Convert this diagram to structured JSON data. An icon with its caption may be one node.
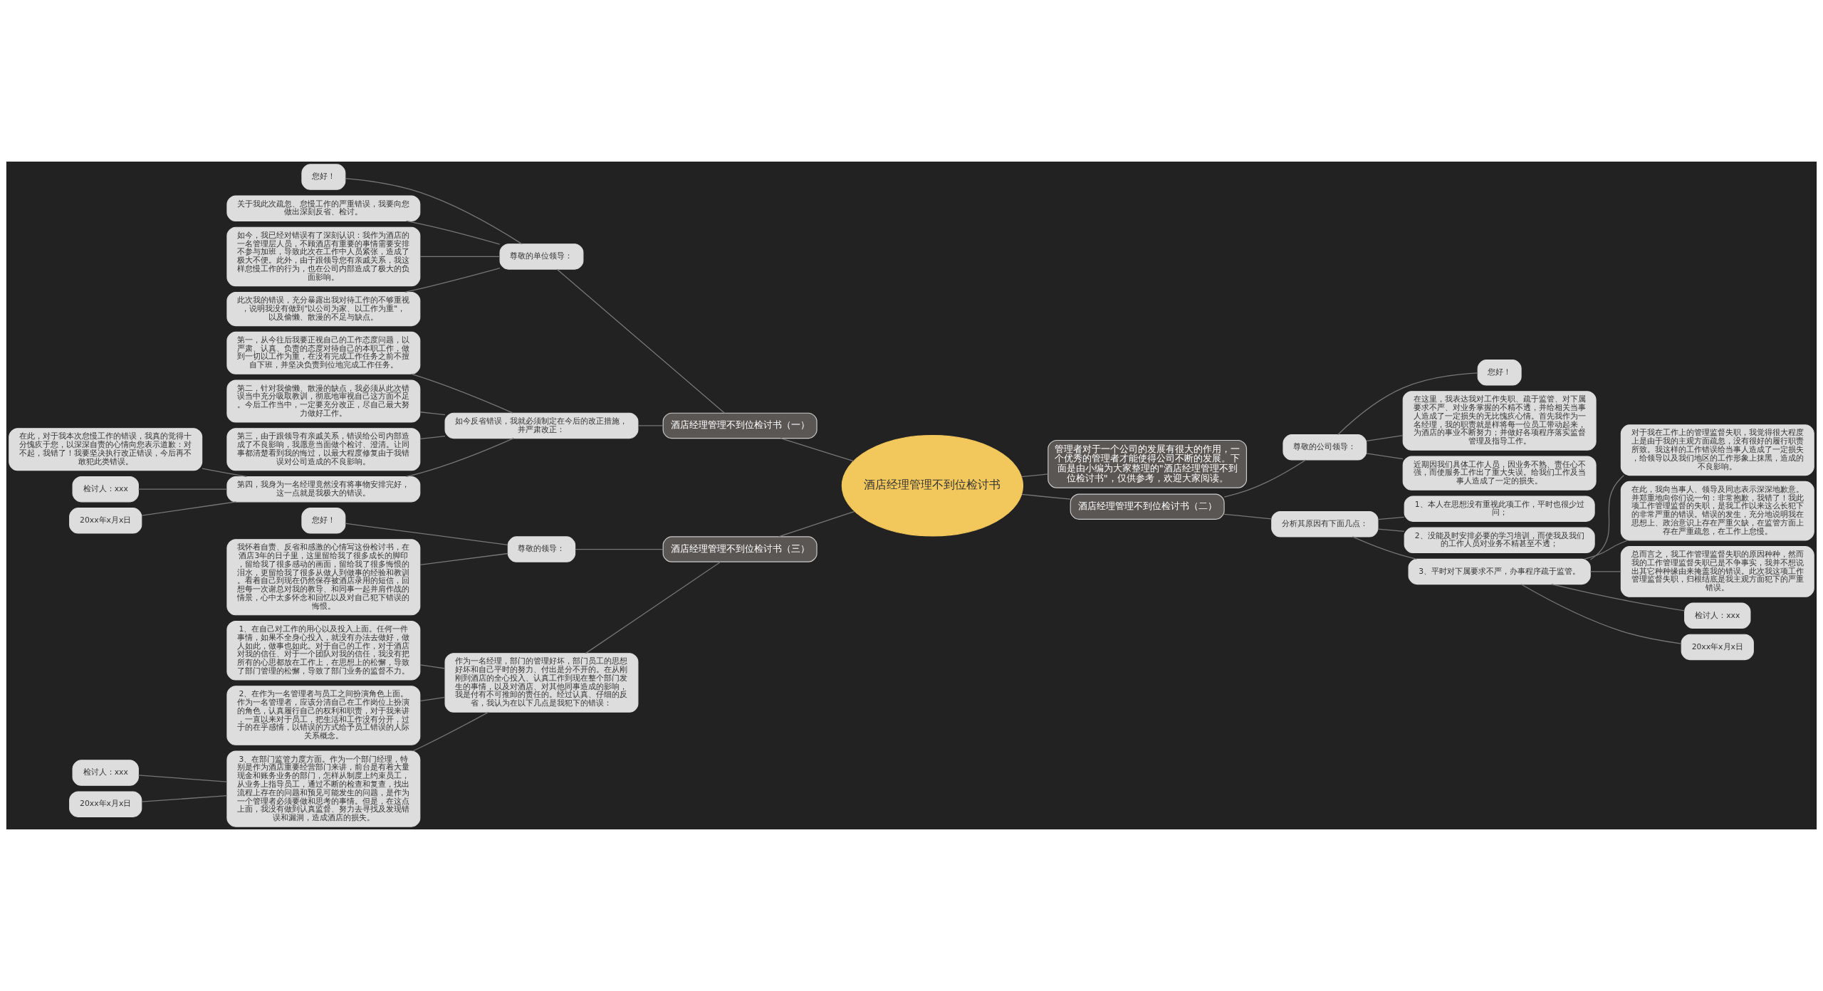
{
  "diagram": {
    "nodes": [
      {
        "text": [
          "酒店经理管理不到位检讨书"
        ]
      },
      {
        "text": [
          "酒店经理管理不到位检讨书（一）"
        ]
      },
      {
        "text": [
          "尊敬的单位领导："
        ]
      },
      {
        "text": [
          "您好！"
        ]
      },
      {
        "text": [
          "关于我此次疏忽、怠慢工作的严重错误，我要向您做出深刻反省、检讨。"
        ]
      },
      {
        "text": [
          "如今，我已经对错误有了深刻认识：我作为酒店的一名管理层人员，不顾酒店有重要的事情需要安排不参与加班，导致此次在工作中人员紧张，造成了极大不便。此外，由于跟领导您有亲戚关系，我这样怠慢工作的行为，也在公司内部造成了极大的负面影响。"
        ]
      },
      {
        "text": [
          "此次我的错误，充分暴露出我对待工作的不够重视，说明我没有做到\"以公司为家、以工作为重\"，以及偷懒、散漫的不足与缺点。"
        ]
      },
      {
        "text": [
          "如今反省错误，我就必须制定在今后的改正措施，并严肃改正："
        ]
      },
      {
        "text": [
          "第一，从今往后我要正视自己的工作态度问题，以严肃、认真、负责的态度对待自己的本职工作，做到一切以工作为重，在没有完成工作任务之前不擅自下班，并坚决负责到位地完成工作任务。"
        ]
      },
      {
        "text": [
          "第二，针对我偷懒、散漫的缺点，我必须从此次错误当中充分吸取教训，彻底地审视自己这方面不足。今后工作当中，一定要充分改正，尽自己最大努力做好工作。"
        ]
      },
      {
        "text": [
          "第三，由于跟领导有亲戚关系，错误给公司内部造成了不良影响，我愿意当面做个检讨、澄清。让同事都清楚看到我的悔过，以最大程度修复由于我错误对公司造成的不良影响。"
        ]
      },
      {
        "text": [
          "第四，我身为一名经理竟然没有将事物安排完好，这一点就是我极大的错误。"
        ]
      },
      {
        "text": [
          "在此，对于我本次怠慢工作的错误，我真的觉得十分愧疚于您，以深深自责的心情向您表示道歉：对不起，我错了！我要坚决执行改正错误，今后再不敢犯此类错误。"
        ]
      },
      {
        "text": [
          "检讨人：xxx"
        ]
      },
      {
        "text": [
          "20xx年x月x日"
        ]
      },
      {
        "text": [
          "酒店经理管理不到位检讨书（三）"
        ]
      },
      {
        "text": [
          "尊敬的领导："
        ]
      },
      {
        "text": [
          "您好！"
        ]
      },
      {
        "text": [
          "我怀着自责、反省和感激的心情写这份检讨书，在酒店3年的日子里，这里留给我了很多成长的脚印，留给我了很多感动的画面，留给我了很多悔恨的泪水，更留给我了很多从做人到做事的经验和教训。看着自己到现在仍然保存被酒店录用的短信，回想每一次谢总对我的教导、和同事一起并肩作战的情景，心中太多怀念和回忆以及对自己犯下错误的悔恨。"
        ]
      },
      {
        "text": [
          "作为一名经理，部门的管理好坏，部门员工的思想好坏和自己平时的努力、付出是分不开的。在从刚刚到酒店的全心投入、认真工作到现在整个部门发生的事情，以及对酒店、对其他同事造成的影响，我是付有不可推卸的责任的。经过认真、仔细的反省，我认为在以下几点是我犯下的错误："
        ]
      },
      {
        "text": [
          "1、在自己对工作的用心以及投入上面。任何一件事情，如果不全身心投入，就没有办法去做好，做人如此，做事也如此。对于自己的工作，对于酒店对我的信任、对于一个团队对我的信任，我没有把所有的心思都放在工作上，在思想上的松懈，导致了部门管理的松懈，导致了部门业务的监督不力。"
        ]
      },
      {
        "text": [
          "2、在作为一名管理者与员工之间扮演角色上面。作为一名管理者，应该分清自己在工作岗位上扮演的角色，认真履行自己的权利和职责，对于我来讲，一直以来对于员工，把生活和工作没有分开，过于的在乎感情，以错误的方式给予员工错误的人际关系概念。"
        ]
      },
      {
        "text": [
          "3、在部门监管力度方面。作为一个部门经理，特别是作为酒店重要经营部门来讲，前台是有着大量现金和账务业务的部门，怎样从制度上约束员工，从业务上指导员工，通过不断的检查和复查，找出流程上存在的问题和预见可能发生的问题，是作为一个管理者必须要做和思考的事情。但是，在这点上面，我没有做到认真监督、努力去寻找及发现错误和漏洞，造成酒店的损失。"
        ]
      },
      {
        "text": [
          "检讨人：xxx"
        ]
      },
      {
        "text": [
          "20xx年x月x日"
        ]
      },
      {
        "text": [
          "管理者对于一个公司的发展有很大的作用，一个优秀的管理者才能使得公司不断的发展。下面是由小编为大家整理的\"酒店经理管理不到位检讨书\"，仅供参考，欢迎大家阅读。"
        ]
      },
      {
        "text": [
          "酒店经理管理不到位检讨书（二）"
        ]
      },
      {
        "text": [
          "尊敬的公司领导："
        ]
      },
      {
        "text": [
          "您好！"
        ]
      },
      {
        "text": [
          "在这里，我表达我对工作失职、疏于监管、对下属要求不严、对业务掌握的不精不透，并给相关当事人造成了一定损失的无比愧疚心情。首先我作为一名经理，我的职责就是样将每一位员工带动起来，为酒店的事业不断努力；并做好各项程序落实监督管理及指导工作。"
        ]
      },
      {
        "text": [
          "近期因我们具体工作人员，因业务不熟、责任心不强，而使服务工作出了重大失误。给我们工作及当事人造成了一定的损失。"
        ]
      },
      {
        "text": [
          "分析其原因有下面几点："
        ]
      },
      {
        "text": [
          "1、本人在思想没有重视此项工作，平时也很少过问；"
        ]
      },
      {
        "text": [
          "2、没能及时安排必要的学习培训，而使我及我们的工作人员对业务不精甚至不透；"
        ]
      },
      {
        "text": [
          "3、平时对下属要求不严，办事程序疏于监管。"
        ]
      },
      {
        "text": [
          "对于我在工作上的管理监督失职，我觉得很大程度上是由于我的主观方面疏忽，没有很好的履行职责所致。我这样的工作错误给当事人造成了一定损失，给领导以及我们地区的工作形象上抹黑，造成的不良影响。"
        ]
      },
      {
        "text": [
          "在此，我向当事人、领导及同志表示深深地歉意。并郑重地向你们说一句：非常抱歉，我错了！我此项工作管理监督的失职，是我工作以来这么长犯下的非常严重的错误。错误的发生，充分地说明我在思想上、政治意识上存在严重欠缺，在监管方面上存在严重疏忽，在工作上怠慢。"
        ]
      },
      {
        "text": [
          "总而言之，我工作管理监督失职的原因种种，然而我的工作管理监督失职已是不争事实，我并不想说出其它种种缘由来掩盖我的错误。此次我这项工作管理监督失职，归根结底是我主观方面犯下的严重错误。"
        ]
      },
      {
        "text": [
          "检讨人：xxx"
        ]
      },
      {
        "text": [
          "20xx年x月x日"
        ]
      }
    ],
    "edges": [
      {
        "from": 0,
        "to": 1,
        "arrow": "none"
      },
      {
        "from": 1,
        "to": 2,
        "arrow": "none"
      },
      {
        "from": 2,
        "to": 3,
        "arrow": "none"
      },
      {
        "from": 2,
        "to": 4,
        "arrow": "none"
      },
      {
        "from": 2,
        "to": 5,
        "arrow": "none"
      },
      {
        "from": 2,
        "to": 6,
        "arrow": "none"
      },
      {
        "from": 1,
        "to": 7,
        "arrow": "none"
      },
      {
        "from": 7,
        "to": 8,
        "arrow": "none"
      },
      {
        "from": 7,
        "to": 9,
        "arrow": "none"
      },
      {
        "from": 7,
        "to": 10,
        "arrow": "none"
      },
      {
        "from": 7,
        "to": 11,
        "arrow": "none"
      },
      {
        "from": 11,
        "to": 12,
        "arrow": "none"
      },
      {
        "from": 11,
        "to": 13,
        "arrow": "none"
      },
      {
        "from": 11,
        "to": 14,
        "arrow": "none"
      },
      {
        "from": 0,
        "to": 15,
        "arrow": "none"
      },
      {
        "from": 15,
        "to": 16,
        "arrow": "none"
      },
      {
        "from": 16,
        "to": 17,
        "arrow": "none"
      },
      {
        "from": 16,
        "to": 18,
        "arrow": "none"
      },
      {
        "from": 15,
        "to": 19,
        "arrow": "none"
      },
      {
        "from": 19,
        "to": 20,
        "arrow": "none"
      },
      {
        "from": 19,
        "to": 21,
        "arrow": "none"
      },
      {
        "from": 19,
        "to": 22,
        "arrow": "none"
      },
      {
        "from": 22,
        "to": 23,
        "arrow": "none"
      },
      {
        "from": 22,
        "to": 24,
        "arrow": "none"
      },
      {
        "from": 0,
        "to": 25,
        "arrow": "none"
      },
      {
        "from": 0,
        "to": 26,
        "arrow": "none"
      },
      {
        "from": 26,
        "to": 27,
        "arrow": "none"
      },
      {
        "from": 27,
        "to": 28,
        "arrow": "none"
      },
      {
        "from": 27,
        "to": 29,
        "arrow": "none"
      },
      {
        "from": 27,
        "to": 30,
        "arrow": "none"
      },
      {
        "from": 26,
        "to": 31,
        "arrow": "none"
      },
      {
        "from": 31,
        "to": 32,
        "arrow": "none"
      },
      {
        "from": 31,
        "to": 33,
        "arrow": "none"
      },
      {
        "from": 31,
        "to": 34,
        "arrow": "none"
      },
      {
        "from": 34,
        "to": 35,
        "arrow": "none"
      },
      {
        "from": 34,
        "to": 36,
        "arrow": "none"
      },
      {
        "from": 34,
        "to": 37,
        "arrow": "none"
      },
      {
        "from": 34,
        "to": 38,
        "arrow": "none"
      },
      {
        "from": 34,
        "to": 39,
        "arrow": "none"
      }
    ]
  }
}
